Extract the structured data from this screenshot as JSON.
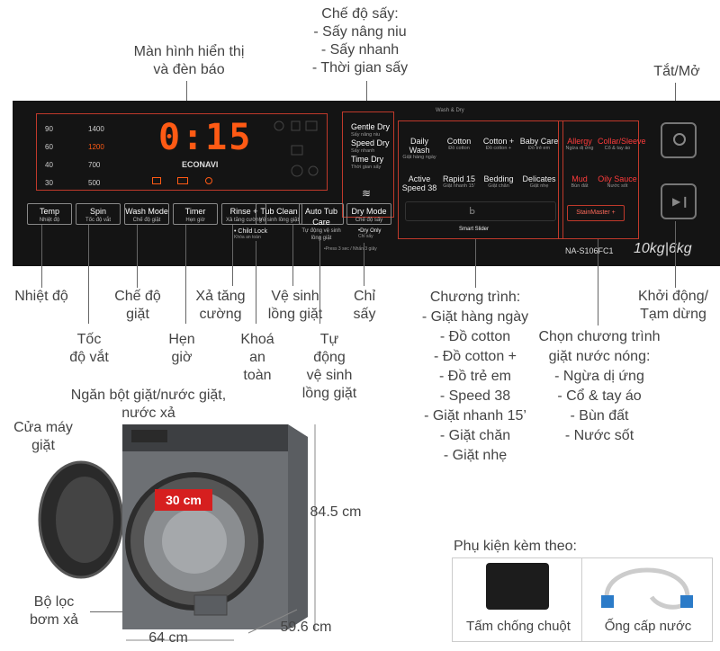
{
  "top_labels": {
    "display": [
      "Màn hình hiển thị",
      "và đèn báo"
    ],
    "dry_modes": [
      "Chế độ sấy:",
      "- Sấy nâng niu",
      "- Sấy nhanh",
      "- Thời gian sấy"
    ],
    "power": "Tắt/Mở"
  },
  "panel": {
    "temps": [
      "90",
      "60",
      "40",
      "30"
    ],
    "spins": [
      "1400",
      "1200",
      "700",
      "500"
    ],
    "display_time": "0:15",
    "econavi": "ECONAVI",
    "dry_options": [
      "Gentle Dry",
      "Speed Dry",
      "Time Dry"
    ],
    "dry_options_sub": [
      "Sấy nâng niu",
      "Sấy nhanh",
      "Thời gian sấy"
    ],
    "dry_mode_btn": "Dry Mode",
    "dry_mode_sub": "Chế độ sấy",
    "dry_only": "•Dry Only",
    "dry_only_sub": "Chỉ sấy",
    "wash_dry": "Wash & Dry",
    "buttons": [
      {
        "label": "Temp",
        "sub": "Nhiệt độ"
      },
      {
        "label": "Spin",
        "sub": "Tốc độ vắt"
      },
      {
        "label": "Wash Mode",
        "sub": "Chế độ giặt"
      },
      {
        "label": "Timer",
        "sub": "Hẹn giờ"
      },
      {
        "label": "Rinse +",
        "sub": "Xả tăng cường"
      },
      {
        "label": "Tub Clean",
        "sub": "Vệ sinh lồng giặt"
      },
      {
        "label": "Auto Tub Care",
        "sub": "Tự động vệ sinh lồng giặt"
      }
    ],
    "child_lock": "• Child Lock",
    "child_lock_sub": "Khóa an toàn",
    "press_note": "•Press 3 sec / Nhấn 3 giây",
    "programs": [
      {
        "label": "Daily Wash",
        "sub": "Giặt hàng ngày"
      },
      {
        "label": "Cotton",
        "sub": "Đồ cotton"
      },
      {
        "label": "Cotton +",
        "sub": "Đồ cotton +"
      },
      {
        "label": "Baby Care",
        "sub": "Đồ trẻ em"
      },
      {
        "label": "Active Speed 38",
        "sub": ""
      },
      {
        "label": "Rapid 15",
        "sub": "Giặt nhanh 15'"
      },
      {
        "label": "Bedding",
        "sub": "Giặt chăn"
      },
      {
        "label": "Delicates",
        "sub": "Giặt nhẹ"
      }
    ],
    "smart_slider": "Smart Slider",
    "hot_programs": [
      {
        "label": "Allergy",
        "sub": "Ngừa dị ứng"
      },
      {
        "label": "Collar/Sleeve",
        "sub": "Cổ & tay áo"
      },
      {
        "label": "Mud",
        "sub": "Bùn đất"
      },
      {
        "label": "Oily Sauce",
        "sub": "Nước sốt"
      }
    ],
    "stainmaster": "StainMaster +",
    "model": "NA-S106FC1",
    "capacity": "10kg|6kg"
  },
  "bottom_labels": {
    "temp": "Nhiệt độ",
    "wash_mode": [
      "Chế độ",
      "giặt"
    ],
    "rinse": [
      "Xả tăng",
      "cường"
    ],
    "tub_clean": [
      "Vệ sinh",
      "lồng giặt"
    ],
    "dry_only": [
      "Chỉ",
      "sấy"
    ],
    "spin": [
      "Tốc",
      "độ vắt"
    ],
    "timer": [
      "Hẹn",
      "giờ"
    ],
    "child_lock": [
      "Khoá",
      "an",
      "toàn"
    ],
    "auto_tub": [
      "Tự",
      "động",
      "vệ sinh",
      "lồng giặt"
    ],
    "programs": [
      "Chương trình:",
      "- Giặt hàng ngày",
      "- Đồ cotton",
      "- Đồ cotton +",
      "- Đồ trẻ em",
      "- Speed 38",
      "- Giặt nhanh 15’",
      "- Giặt chăn",
      "- Giặt nhẹ"
    ],
    "hot_programs": [
      "Chọn chương trình",
      "giặt nước nóng:",
      "- Ngừa dị ứng",
      "- Cổ & tay áo",
      "- Bùn đất",
      "- Nước sốt"
    ],
    "start": [
      "Khởi động/",
      "Tạm dừng"
    ]
  },
  "machine": {
    "detergent": [
      "Ngăn bột giặt/nước giặt,",
      "nước xả"
    ],
    "door": [
      "Cửa máy",
      "giặt"
    ],
    "filter": [
      "Bộ lọc",
      "bơm xả"
    ],
    "drum_size": "30 cm",
    "height": "84.5 cm",
    "depth": "59.6 cm",
    "width": "64 cm",
    "accessories_title": "Phụ kiện kèm theo:",
    "accessory_1": "Tấm chống chuột",
    "accessory_2": "Ống cấp nước"
  },
  "colors": {
    "panel": "#141414",
    "lcd": "#ff5a14",
    "frame": "#c0392b",
    "machine": "#6d7074"
  }
}
